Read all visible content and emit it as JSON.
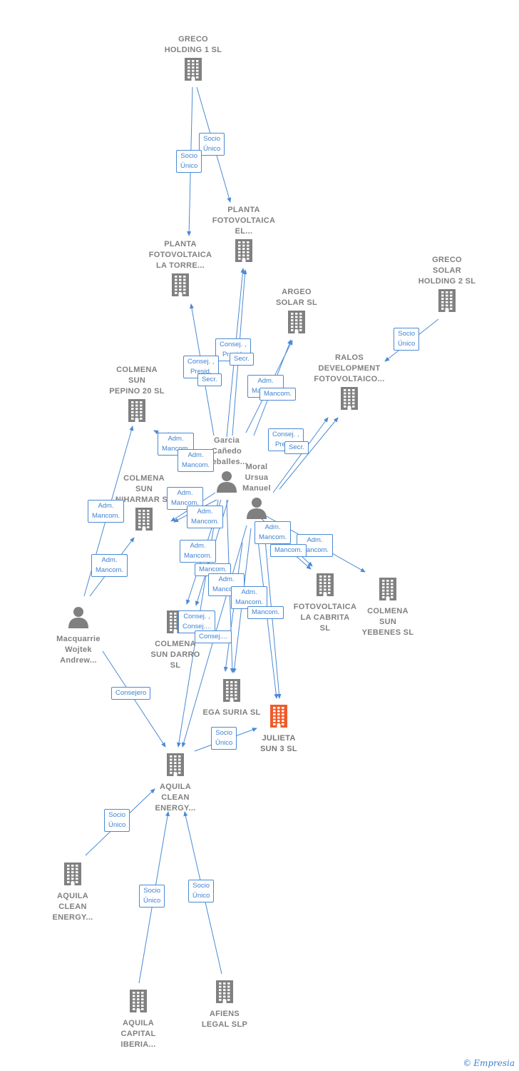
{
  "colors": {
    "edge": "#4a8ad4",
    "company": "#808080",
    "focus": "#f05a28",
    "person": "#808080",
    "tag_text": "#3f83d0"
  },
  "icons": {
    "company": "building-icon",
    "person": "person-icon"
  },
  "nodes": [
    {
      "id": "greco1",
      "kind": "company",
      "label": "GRECO\nHOLDING 1  SL"
    },
    {
      "id": "planta_el",
      "kind": "company",
      "label": "PLANTA\nFOTOVOLTAICA\nEL..."
    },
    {
      "id": "planta_torre",
      "kind": "company",
      "label": "PLANTA\nFOTOVOLTAICA\nLA TORRE..."
    },
    {
      "id": "greco2",
      "kind": "company",
      "label": "GRECO\nSOLAR\nHOLDING 2  SL"
    },
    {
      "id": "argeo",
      "kind": "company",
      "label": "ARGEO\nSOLAR  SL"
    },
    {
      "id": "ralos",
      "kind": "company",
      "label": "RALOS\nDEVELOPMENT\nFOTOVOLTAICO..."
    },
    {
      "id": "pepino",
      "kind": "company",
      "label": "COLMENA\nSUN\nPEPINO 20  SL"
    },
    {
      "id": "niharmar",
      "kind": "company",
      "label": "COLMENA\nSUN\nNIHARMAR  SL"
    },
    {
      "id": "garcia",
      "kind": "person",
      "label": "Garcia\nCañedo\nCeballes..."
    },
    {
      "id": "moral",
      "kind": "person",
      "label": "Moral\nUrsua\nManuel"
    },
    {
      "id": "cabrita",
      "kind": "company",
      "label": "FOTOVOLTAICA\nLA CABRITA\nSL"
    },
    {
      "id": "yebenes",
      "kind": "company",
      "label": "COLMENA\nSUN\nYEBENES  SL"
    },
    {
      "id": "macq",
      "kind": "person",
      "label": "Macquarrie\nWojtek\nAndrew..."
    },
    {
      "id": "darro",
      "kind": "company",
      "label": "COLMENA\nSUN DARRO\nSL"
    },
    {
      "id": "ega",
      "kind": "company",
      "label": "EGA SURIA  SL"
    },
    {
      "id": "julieta",
      "kind": "company",
      "label": "JULIETA\nSUN 3  SL",
      "focus": true
    },
    {
      "id": "aquila_main",
      "kind": "company",
      "label": "AQUILA\nCLEAN\nENERGY..."
    },
    {
      "id": "aquila_left",
      "kind": "company",
      "label": "AQUILA\nCLEAN\nENERGY..."
    },
    {
      "id": "aquila_iberia",
      "kind": "company",
      "label": "AQUILA\nCAPITAL\nIBERIA..."
    },
    {
      "id": "afiens",
      "kind": "company",
      "label": "AFIENS\nLEGAL  SLP"
    }
  ],
  "tags": [
    "Socio\nÚnico",
    "Socio\nÚnico",
    "Socio\nÚnico",
    "Consej. ,\nPresid.",
    "Consej. ,\nPresid.",
    "Secr.",
    "Secr.",
    "Adm.\nMancom.",
    "Mancom.",
    "Consej. ,\nPresid.",
    "Secr.",
    "Adm.\nMancom.",
    "Adm.\nMancom.",
    "Adm.\nMancom.",
    "Adm.\nMancom.",
    "Adm.\nMancom.",
    "Adm.\nMancom.",
    "Adm.\nMancom.",
    "Adm.\nMancom.",
    "Mancom.",
    "Adm.\nMancom.",
    "Mancom.",
    "Adm.\nMancom.",
    "Adm.\nMancom.",
    "Mancom.",
    "Consej. ,\nConsej....",
    "Consej....",
    "Consejero",
    "Socio\nÚnico",
    "Socio\nÚnico",
    "Socio\nÚnico",
    "Socio\nÚnico"
  ],
  "brand": {
    "copyright": "©",
    "name": "Empresia"
  }
}
